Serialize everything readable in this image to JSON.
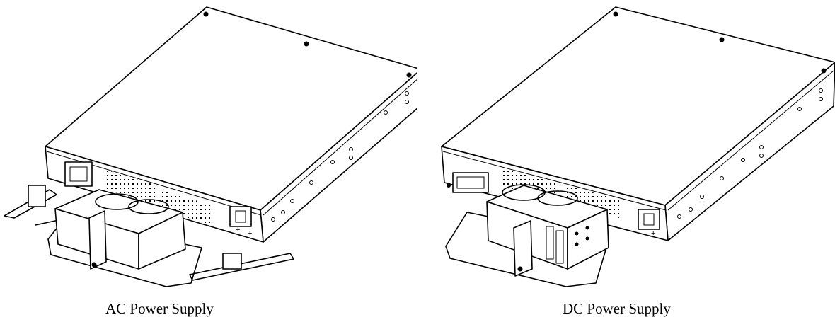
{
  "figures": [
    {
      "caption": "AC Power Supply",
      "unit": "ac-power-supply"
    },
    {
      "caption": "DC Power Supply",
      "unit": "dc-power-supply"
    }
  ]
}
